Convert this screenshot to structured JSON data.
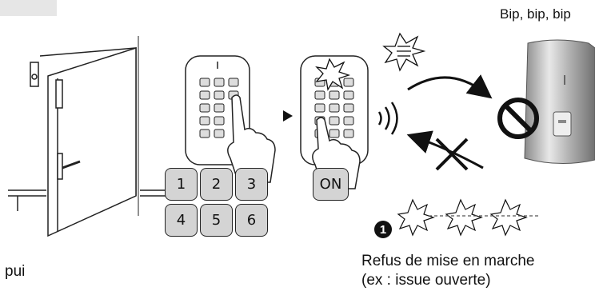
{
  "labels": {
    "sound": "Bip, bip, bip",
    "cut_text": "pui",
    "refusal_line1": "Refus de mise en marche",
    "refusal_line2": "(ex : issue ouverte)",
    "step_number": "1"
  },
  "keypad_buttons": {
    "k1": "1",
    "k2": "2",
    "k3": "3",
    "k4": "4",
    "k5": "5",
    "k6": "6",
    "on": "ON"
  },
  "icons": [
    "door-icon",
    "keypad-icon",
    "hand-pointer-icon",
    "arrow-right-icon",
    "signal-waves-icon",
    "flash-burst-icon",
    "curved-arrow-icon",
    "cross-icon",
    "no-entry-icon",
    "alarm-control-panel-icon"
  ]
}
